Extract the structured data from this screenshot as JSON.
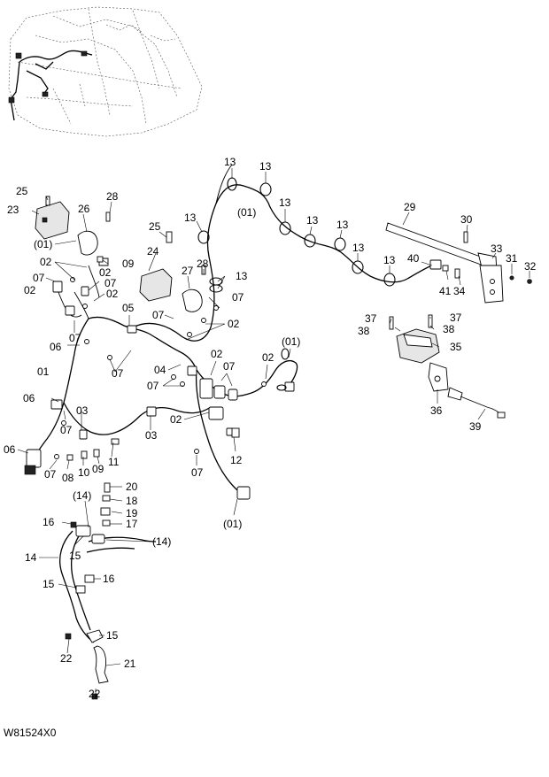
{
  "drawing_code": "W81524X0",
  "callouts": {
    "c13a": "13",
    "c13b": "13",
    "c01a": "(01)",
    "c13c": "13",
    "c13d": "13",
    "c13e": "13",
    "c13f": "13",
    "c13g": "13",
    "c13h": "13",
    "c29": "29",
    "c30": "30",
    "c33": "33",
    "c31": "31",
    "c32": "32",
    "c40": "40",
    "c41": "41",
    "c34": "34",
    "c25a": "25",
    "c28a": "28",
    "c23": "23",
    "c26": "26",
    "c01b": "(01)",
    "c02a": "02",
    "c09a": "09",
    "c07a": "07",
    "c02b": "02",
    "c07b": "07",
    "c02c": "02",
    "c25b": "25",
    "c24": "24",
    "c27": "27",
    "c28b": "28",
    "c13i": "13",
    "c07c": "07",
    "c07d": "07",
    "c02d": "02",
    "c05": "05",
    "c07e": "07",
    "c06a": "06",
    "c01c": "01",
    "c07f": "07",
    "c04": "04",
    "c07g": "07",
    "c02e": "02",
    "c07h": "07",
    "c01d": "(01)",
    "c02f": "02",
    "c06b": "06",
    "c07i": "07",
    "c03a": "03",
    "c03b": "03",
    "c02g": "02",
    "c06c": "06",
    "c07j": "07",
    "c08": "08",
    "c10": "10",
    "c09b": "09",
    "c11": "11",
    "c07k": "07",
    "c12": "12",
    "c01e": "(01)",
    "c37a": "37",
    "c37b": "37",
    "c38a": "38",
    "c38b": "38",
    "c35": "35",
    "c36": "36",
    "c39": "39",
    "c20": "20",
    "c18": "18",
    "c19": "19",
    "c17": "17",
    "c14a": "(14)",
    "c16a": "16",
    "c14b": "(14)",
    "c15a": "15",
    "c14c": "14",
    "c15b": "15",
    "c16b": "16",
    "c15c": "15",
    "c22a": "22",
    "c21": "21",
    "c22b": "22"
  }
}
